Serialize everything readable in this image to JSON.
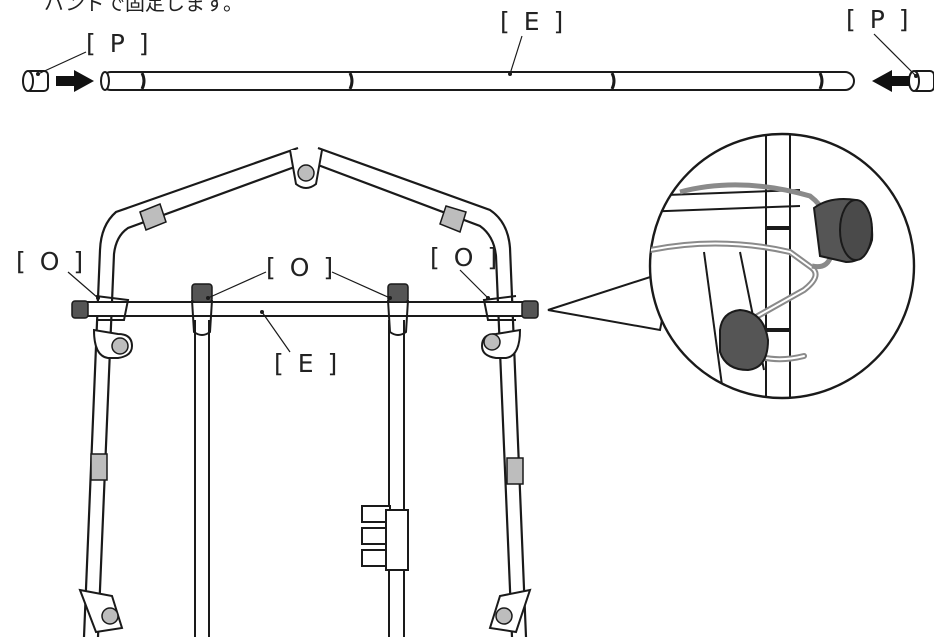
{
  "caption": "バンドで固定します。",
  "labels": {
    "pipe_e": "[ E ]",
    "cap_left": "[ P ]",
    "cap_right": "[ P ]",
    "clip_left": "[ O ]",
    "clip_center": "[ O ]",
    "clip_right": "[ O ]",
    "crossbar_e": "[ E ]"
  },
  "colors": {
    "line": "#1a1a1a",
    "band_gray": "#b8b8b8",
    "cap_gray": "#555555",
    "arrow": "#111111"
  },
  "icons": {
    "left_arrow": "arrow-right-icon",
    "right_arrow": "arrow-left-icon"
  }
}
